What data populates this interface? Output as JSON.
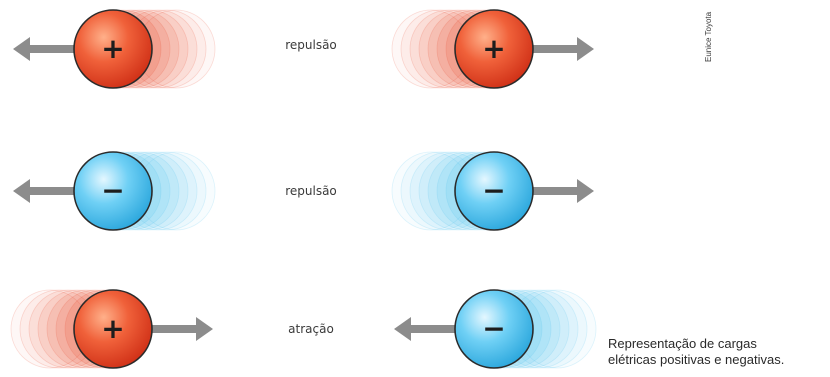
{
  "credit": "Eunice Toyota",
  "caption": {
    "line1": "Representação de cargas",
    "line2": "elétricas positivas e negativas."
  },
  "colors": {
    "positive_fill": "#e9492a",
    "negative_fill": "#4ec1ee",
    "arrow": "#8c8c8c",
    "outline": "#2b2b2b"
  },
  "rows": [
    {
      "label": "repulsão",
      "left": {
        "sign": "+",
        "charge": "positive",
        "arrow": "left"
      },
      "right": {
        "sign": "+",
        "charge": "positive",
        "arrow": "right"
      }
    },
    {
      "label": "repulsão",
      "left": {
        "sign": "−",
        "charge": "negative",
        "arrow": "left"
      },
      "right": {
        "sign": "−",
        "charge": "negative",
        "arrow": "right"
      }
    },
    {
      "label": "atração",
      "left": {
        "sign": "+",
        "charge": "positive",
        "arrow": "right"
      },
      "right": {
        "sign": "−",
        "charge": "negative",
        "arrow": "left"
      }
    }
  ]
}
